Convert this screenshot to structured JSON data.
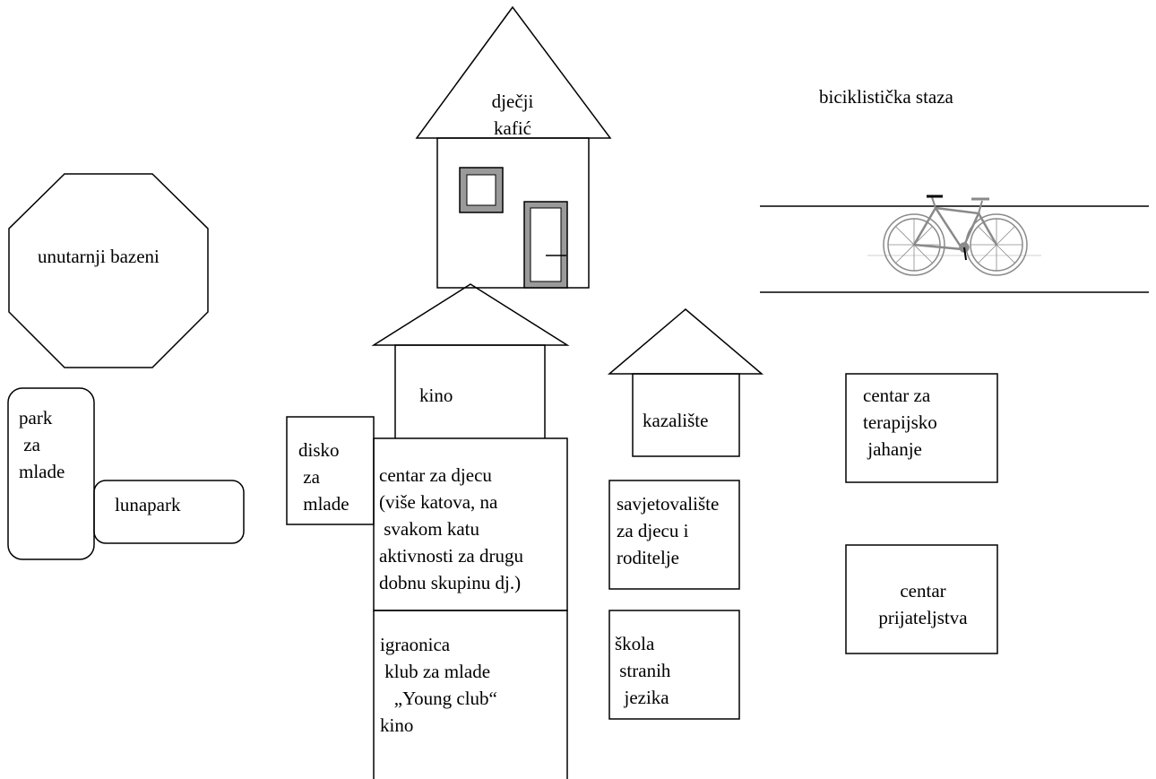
{
  "labels": {
    "kafic": "dječji\nkafić",
    "biciklisticka": "biciklistička staza",
    "bazeni": "unutarnji bazeni",
    "park": "park\n za\nmlade",
    "lunapark": "lunapark",
    "disko": "disko\n za\n mlade",
    "kino": "kino",
    "kazaliste": "kazalište",
    "terapijsko": "centar za\nterapijsko\n jahanje",
    "centar_djecu": "centar za djecu\n(više katova, na\n svakom katu\naktivnosti za drugu\ndobnu skupinu dj.)",
    "savjetovaliste": "savjetovalište\nza djecu i\nroditelje",
    "igraonica": "igraonica\n klub za mlade\n   „Young club“\nkino",
    "skola": "škola\n stranih\n  jezika",
    "prijateljstva": "centar\nprijateljstva"
  },
  "icons": {
    "bicycle": "bicycle-icon",
    "window": "window-icon",
    "door": "door-icon"
  },
  "colors": {
    "stroke": "#000000",
    "bike": "#8a8a8a",
    "frame_shade": "#9a9a9a"
  }
}
